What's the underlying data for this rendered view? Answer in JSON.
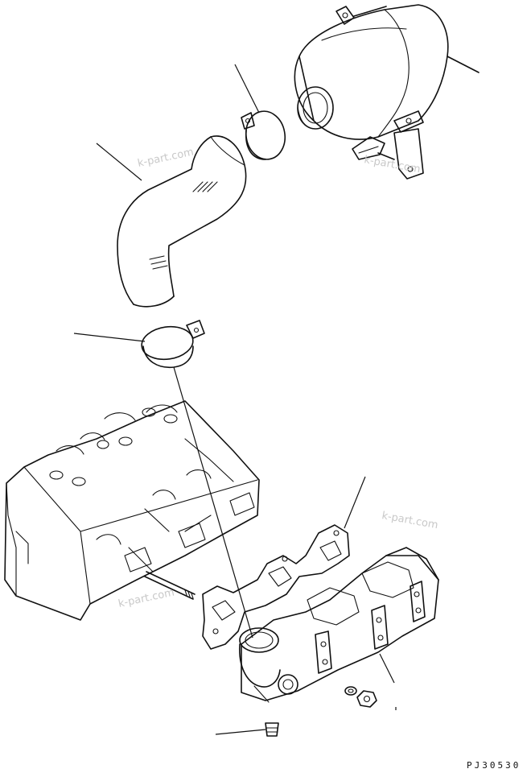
{
  "watermarks": [
    "k-part.com",
    "k-part.com",
    "k-part.com",
    "k-part.com"
  ],
  "drawing_code": "PJ30530",
  "parts": [
    {
      "name": "air-cleaner"
    },
    {
      "name": "hose-clamp-upper"
    },
    {
      "name": "intake-hose"
    },
    {
      "name": "hose-clamp-lower"
    },
    {
      "name": "cylinder-head"
    },
    {
      "name": "stud-bolt"
    },
    {
      "name": "manifold-gasket"
    },
    {
      "name": "intake-manifold"
    },
    {
      "name": "washer"
    },
    {
      "name": "nut"
    },
    {
      "name": "plug"
    }
  ]
}
